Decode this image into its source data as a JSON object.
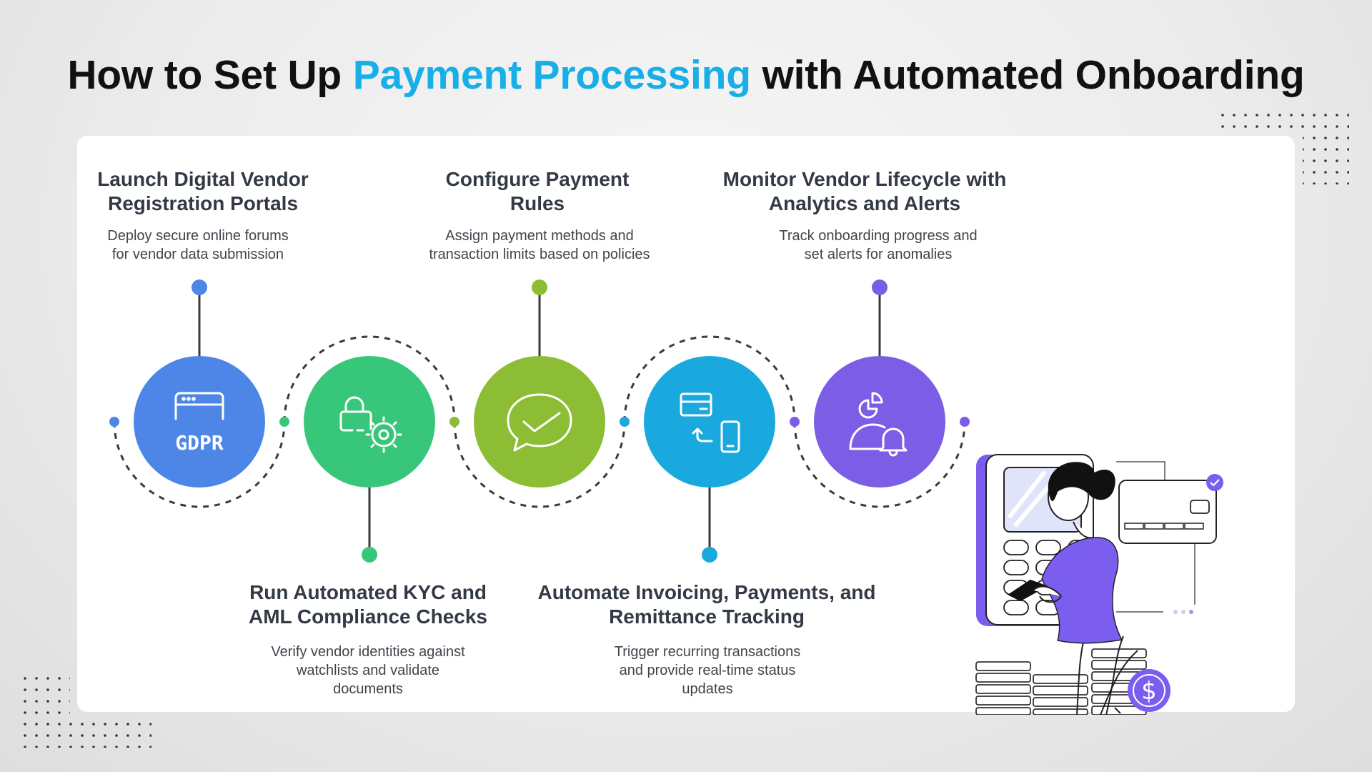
{
  "title": {
    "part1": "How to Set Up",
    "highlight": "Payment Processing",
    "part2": "with Automated Onboarding"
  },
  "colors": {
    "highlight": "#18aee8",
    "step1": "#4d86e6",
    "step2": "#38c77a",
    "step3": "#8cbd35",
    "step4": "#1aa9de",
    "step5": "#7c5ee6"
  },
  "steps": [
    {
      "title_line1": "Launch Digital Vendor",
      "title_line2": "Registration Portals",
      "desc_line1": "Deploy secure online forums",
      "desc_line2": "for vendor data submission",
      "icon": "gdpr-browser-icon",
      "icon_text": "GDPR"
    },
    {
      "title_line1": "Run Automated KYC and",
      "title_line2": "AML Compliance Checks",
      "desc_line1": "Verify vendor identities against",
      "desc_line2": "watchlists and validate",
      "desc_line3": "documents",
      "icon": "lock-gear-icon"
    },
    {
      "title_line1": "Configure Payment",
      "title_line2": "Rules",
      "desc_line1": "Assign payment methods and",
      "desc_line2": "transaction limits based on policies",
      "icon": "chat-check-icon"
    },
    {
      "title_line1": "Automate Invoicing, Payments, and",
      "title_line2": "Remittance Tracking",
      "desc_line1": "Trigger recurring transactions",
      "desc_line2": "and provide real-time status",
      "desc_line3": "updates",
      "icon": "card-to-phone-icon"
    },
    {
      "title_line1": "Monitor Vendor Lifecycle with",
      "title_line2": "Analytics and Alerts",
      "desc_line1": "Track onboarding progress and",
      "desc_line2": "set alerts for anomalies",
      "icon": "user-chart-bell-icon"
    }
  ],
  "illustration": {
    "name": "woman-with-payment-terminal-illustration",
    "currency_symbol": "$"
  }
}
